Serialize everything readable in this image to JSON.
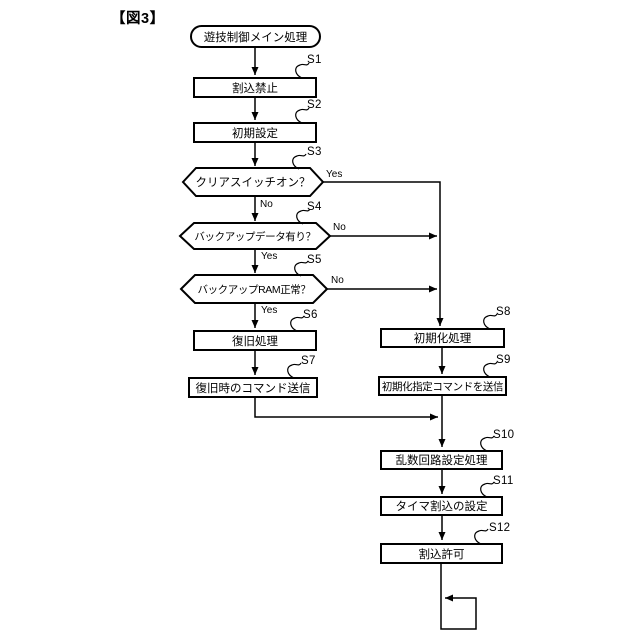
{
  "figure_label": "【図3】",
  "flowchart": {
    "start_node": {
      "text": "遊技制御メイン処理"
    },
    "nodes": [
      {
        "step": "S1",
        "type": "process",
        "text": "割込禁止"
      },
      {
        "step": "S2",
        "type": "process",
        "text": "初期設定"
      },
      {
        "step": "S3",
        "type": "decision",
        "text": "クリアスイッチオン？",
        "yes_label": "Yes",
        "no_label": "No"
      },
      {
        "step": "S4",
        "type": "decision",
        "text": "バックアップデータ有り？",
        "yes_label": "Yes",
        "no_label": "No"
      },
      {
        "step": "S5",
        "type": "decision",
        "text": "バックアップRAM正常？",
        "yes_label": "Yes",
        "no_label": "No"
      },
      {
        "step": "S6",
        "type": "process",
        "text": "復旧処理"
      },
      {
        "step": "S7",
        "type": "process",
        "text": "復旧時のコマンド送信"
      },
      {
        "step": "S8",
        "type": "process",
        "text": "初期化処理"
      },
      {
        "step": "S9",
        "type": "process",
        "text": "初期化指定コマンドを送信"
      },
      {
        "step": "S10",
        "type": "process",
        "text": "乱数回路設定処理"
      },
      {
        "step": "S11",
        "type": "process",
        "text": "タイマ割込の設定"
      },
      {
        "step": "S12",
        "type": "process",
        "text": "割込許可"
      }
    ],
    "line_color": "#000000",
    "background": "#ffffff"
  }
}
